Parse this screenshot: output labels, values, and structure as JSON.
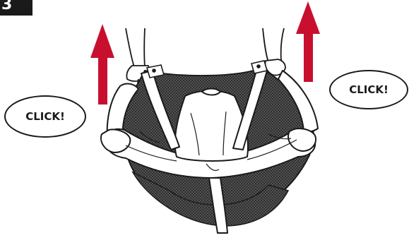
{
  "step": {
    "number": "3"
  },
  "callouts": {
    "left_label": "CLICK!",
    "right_label": "CLICK!"
  },
  "colors": {
    "arrow": "#c8102e",
    "mesh": "#1f1f1f",
    "fabric": "#ffffff",
    "outline": "#1a1a1a"
  },
  "arrows": {
    "left_direction": "up",
    "right_direction": "up"
  }
}
